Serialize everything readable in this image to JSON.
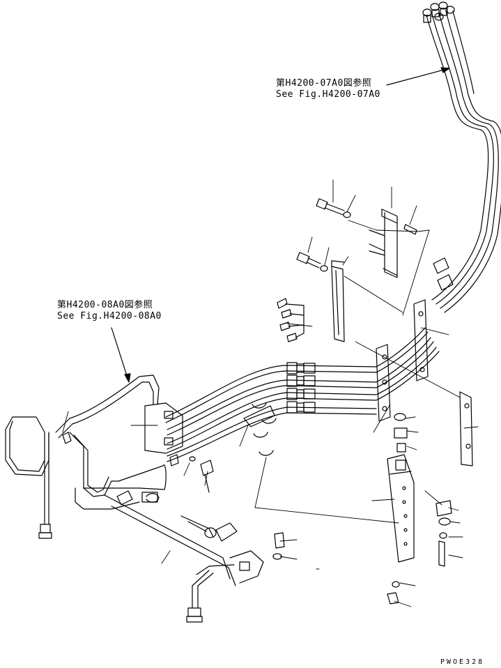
{
  "diagram": {
    "references": [
      {
        "line1": "第H4200-07A0図参照",
        "line2": "See Fig.H4200-07A0"
      },
      {
        "line1": "第H4200-08A0図参照",
        "line2": "See Fig.H4200-08A0"
      }
    ],
    "drawing_code": "PWOE328",
    "colors": {
      "line": "#000000",
      "background": "#ffffff"
    }
  }
}
